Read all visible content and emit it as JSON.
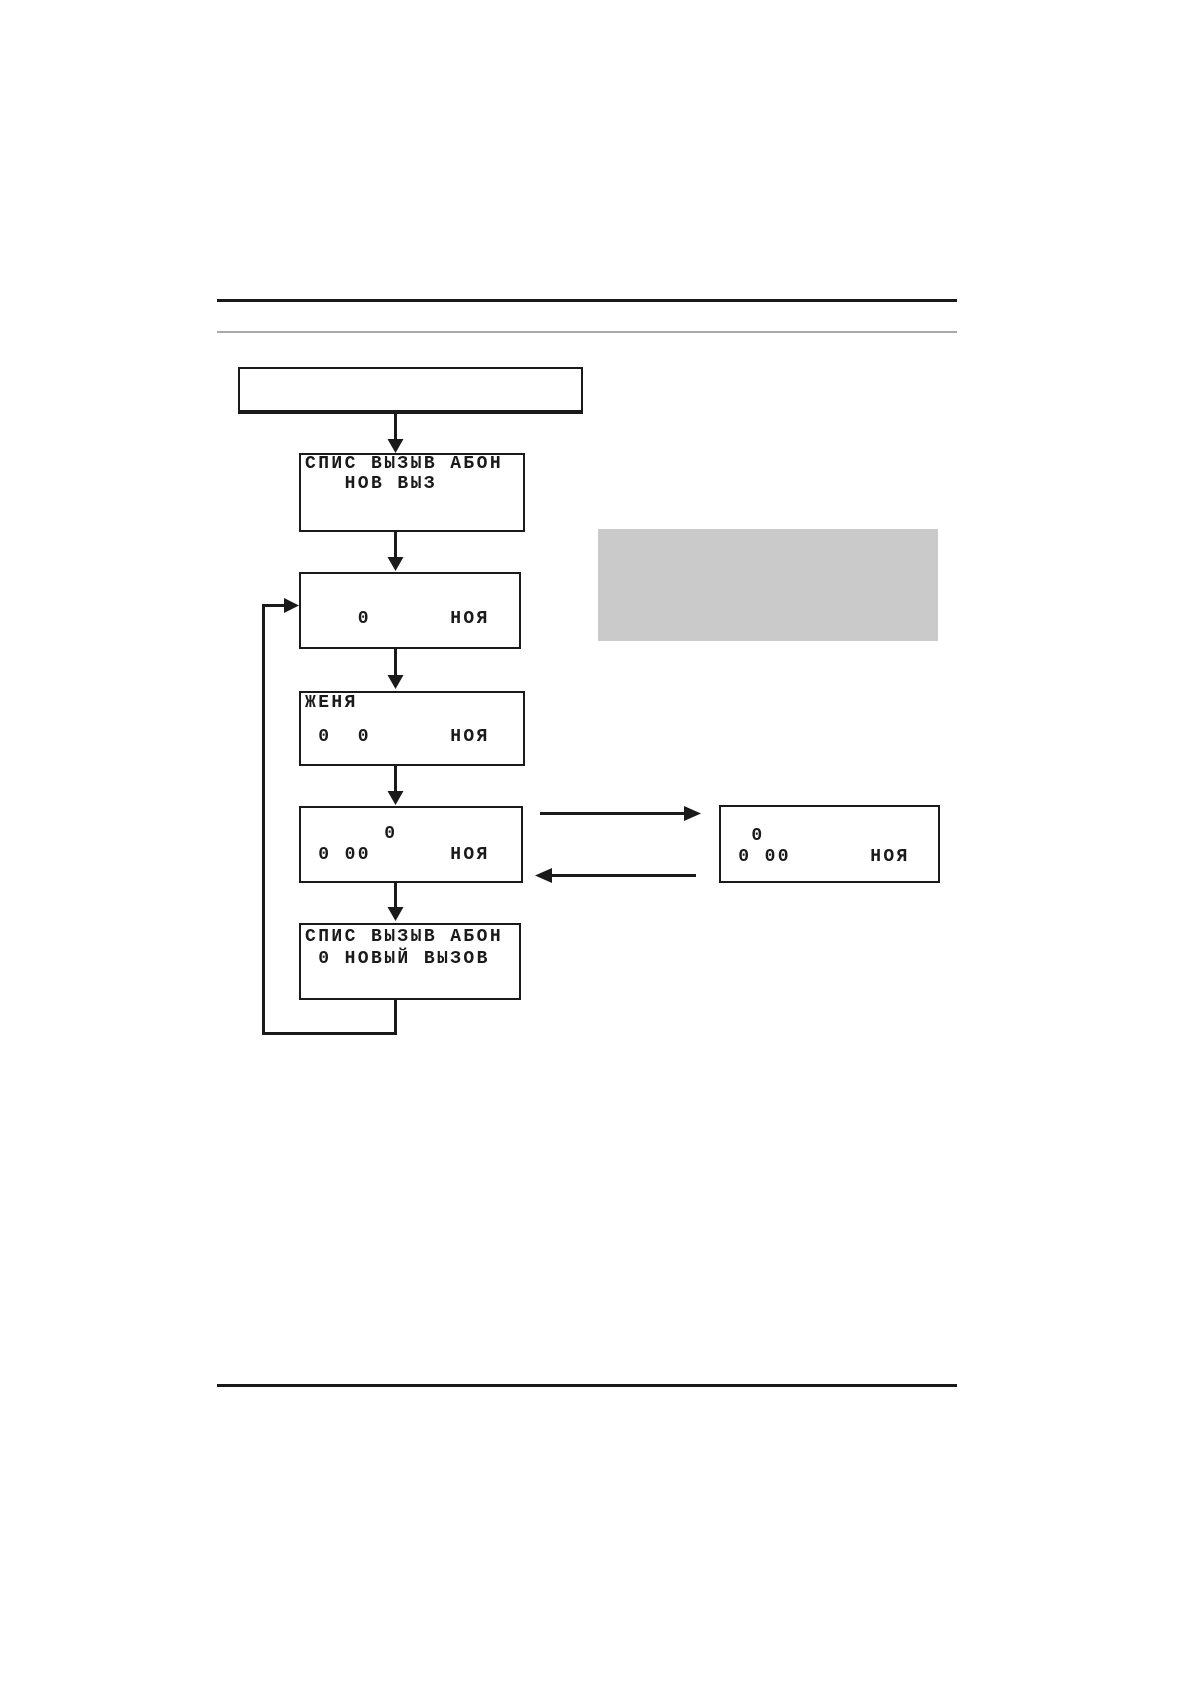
{
  "page": {
    "background": "#ffffff",
    "ink_color": "#1a1a1a",
    "gray_rule_color": "#a9a9a9",
    "note_background": "#cacaca"
  },
  "flow": {
    "start_box_text": "",
    "displays": {
      "call_list_new": {
        "line1": "СПИС ВЫЗЫВ АБОН",
        "line2": "   НОВ ВЫЗ"
      },
      "date_display": {
        "line1": "    0      НОЯ"
      },
      "name_display": {
        "line1": "ЖЕНЯ",
        "line2": " 0  0      НОЯ"
      },
      "time_display": {
        "line1": "      0",
        "line2": " 0 00      НОЯ"
      },
      "time_display_alt": {
        "line1": "  0",
        "line2": " 0 00      НОЯ"
      },
      "call_list_summary": {
        "line1": "СПИС ВЫЗЫВ АБОН",
        "line2": " 0 НОВЫЙ ВЫЗОВ"
      }
    }
  }
}
